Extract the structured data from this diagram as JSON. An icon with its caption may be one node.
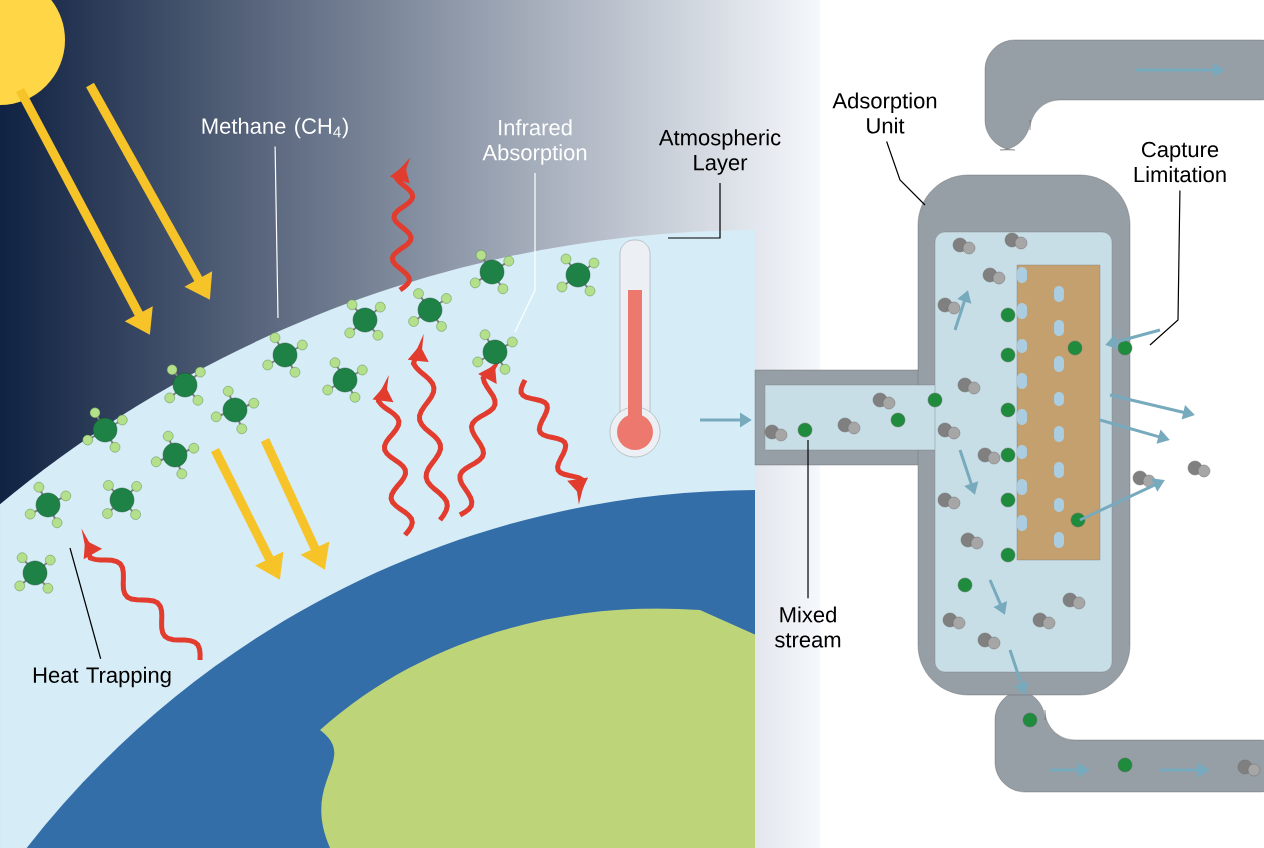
{
  "diagram": {
    "nodes": [
      {
        "text": [
          "Methane (CH$_{4}$)"
        ]
      },
      {
        "text": [
          "Infrared Absorption"
        ]
      },
      {
        "text": [
          "Atmospheric Layer"
        ]
      },
      {
        "text": [
          "Heat Trapping"
        ]
      },
      {
        "text": [
          "Adsorption Unit"
        ]
      },
      {
        "text": [
          "Capture Limitation"
        ]
      },
      {
        "text": [
          "Mixed stream"
        ]
      }
    ],
    "edges": [
      {
        "from": 0,
        "to": null,
        "arrow": "none",
        "color": "#ffffff"
      },
      {
        "from": 1,
        "to": null,
        "arrow": "none",
        "color": "#ffffff"
      },
      {
        "from": 2,
        "to": null,
        "arrow": "none"
      },
      {
        "from": 3,
        "to": null,
        "arrow": "none"
      },
      {
        "from": 4,
        "to": null,
        "arrow": "none"
      },
      {
        "from": 5,
        "to": null,
        "arrow": "none"
      },
      {
        "from": 6,
        "to": null,
        "arrow": "none"
      }
    ]
  }
}
